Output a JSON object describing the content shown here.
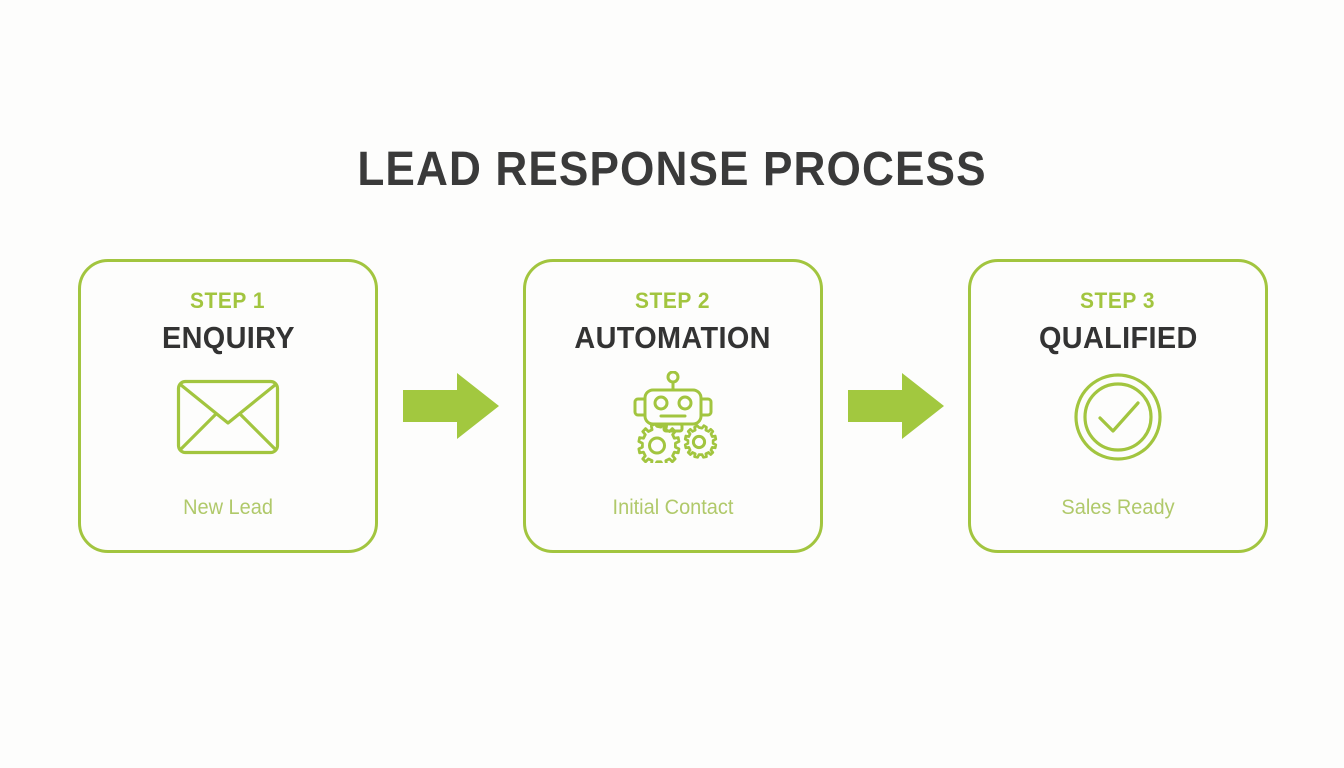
{
  "page": {
    "title": "LEAD RESPONSE PROCESS",
    "background_color": "#fdfdfc"
  },
  "colors": {
    "accent_green": "#a2c53f",
    "caption_green": "#b0c96a",
    "arrow_green": "#a2c83f",
    "title_dark": "#3a3a3a",
    "step_title_dark": "#333333"
  },
  "flow": {
    "steps": [
      {
        "label": "STEP 1",
        "title": "ENQUIRY",
        "caption": "New Lead",
        "icon": "envelope-icon"
      },
      {
        "label": "STEP 2",
        "title": "AUTOMATION",
        "caption": "Initial Contact",
        "icon": "robot-gears-icon"
      },
      {
        "label": "STEP 3",
        "title": "QUALIFIED",
        "caption": "Sales Ready",
        "icon": "check-circle-icon"
      }
    ],
    "connectors": [
      {
        "icon": "arrow-right-icon"
      },
      {
        "icon": "arrow-right-icon"
      }
    ]
  }
}
